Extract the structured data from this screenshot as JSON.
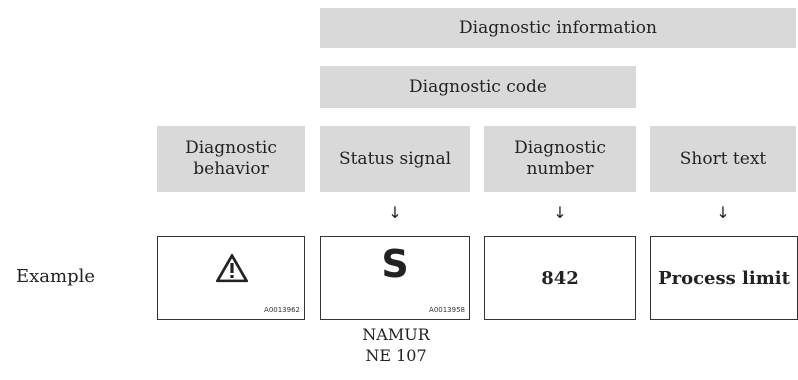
{
  "headers": {
    "diagnostic_information": "Diagnostic information",
    "diagnostic_code": "Diagnostic code"
  },
  "columns": [
    {
      "label_line1": "Diagnostic",
      "label_line2": "behavior"
    },
    {
      "label_line1": "Status signal",
      "label_line2": ""
    },
    {
      "label_line1": "Diagnostic",
      "label_line2": "number"
    },
    {
      "label_line1": "Short text",
      "label_line2": ""
    }
  ],
  "arrow_glyph": "↓",
  "example": {
    "label": "Example",
    "behavior_icon": "warning-triangle-icon",
    "behavior_code": "A0013962",
    "status_symbol": "S",
    "status_code": "A0013958",
    "number": "842",
    "short_text": "Process limit"
  },
  "namur": {
    "line1": "NAMUR",
    "line2": "NE 107"
  }
}
